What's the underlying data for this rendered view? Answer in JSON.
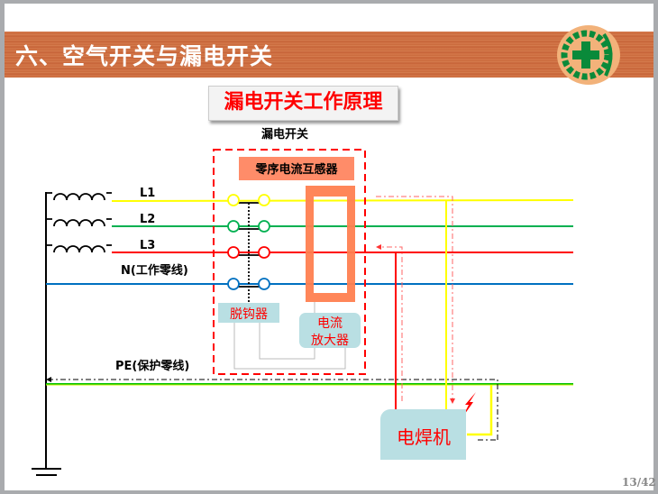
{
  "slide": {
    "title": "六、空气开关与漏电开关",
    "subtitle": "漏电开关工作原理",
    "page_number": "13/42"
  },
  "diagram": {
    "switch_label": "漏电开关",
    "ct_label": "零序电流互感器",
    "lines": {
      "l1": "L1",
      "l2": "L2",
      "l3": "L3",
      "n": "N(工作零线)",
      "pe": "PE(保护零线)"
    },
    "trip_label": "脱钩器",
    "amp_label_1": "电流",
    "amp_label_2": "放大器",
    "welder_label": "电焊机"
  },
  "colors": {
    "l1": "#ffff00",
    "l2": "#00b050",
    "l3": "#ff0000",
    "n": "#0070c0",
    "pe": "#00c000",
    "ct": "#ff7f50",
    "box": "#b9dfe3"
  }
}
